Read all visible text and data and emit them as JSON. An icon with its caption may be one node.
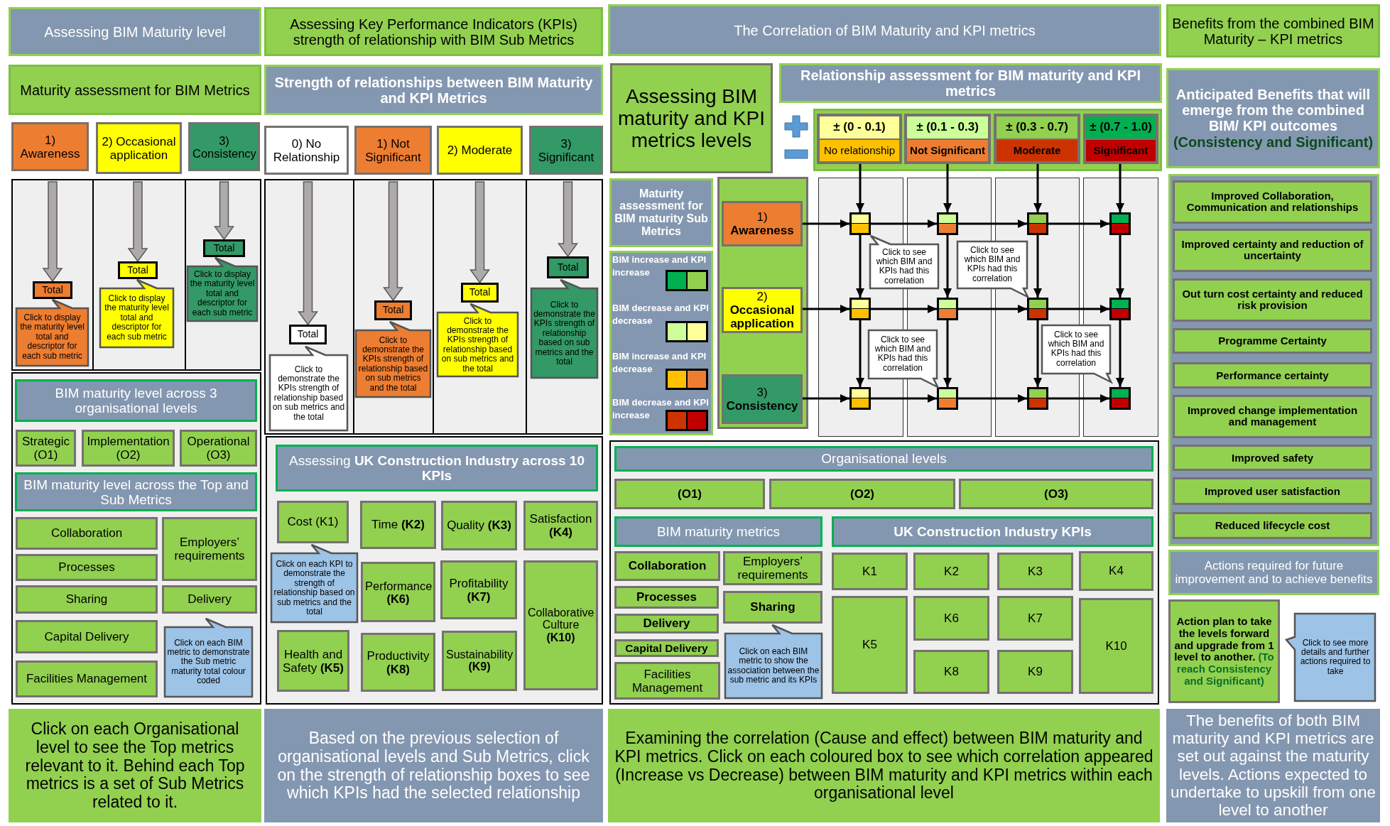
{
  "diagram": {
    "nodes": [
      {
        "text": [
          "Assessing BIM Maturity level"
        ]
      },
      {
        "text": [
          "Maturity assessment for BIM Metrics"
        ]
      },
      {
        "text": [
          "1) Awareness"
        ]
      },
      {
        "text": [
          "2) Occasional application"
        ]
      },
      {
        "text": [
          "3) Consistency"
        ]
      },
      {
        "text": [
          "Total"
        ]
      },
      {
        "text": [
          "Click to display the maturity level total and descriptor for each sub metric"
        ]
      },
      {
        "text": [
          "Total"
        ]
      },
      {
        "text": [
          "Click to display the maturity level total and descriptor for each sub metric"
        ]
      },
      {
        "text": [
          "Total"
        ]
      },
      {
        "text": [
          "Click to display the maturity level total and descriptor for each sub metric"
        ]
      },
      {
        "text": [
          "BIM maturity level across 3 organisational levels"
        ]
      },
      {
        "text": [
          "Strategic (O1)"
        ]
      },
      {
        "text": [
          "Implementation (O2)"
        ]
      },
      {
        "text": [
          "Operational (O3)"
        ]
      },
      {
        "text": [
          "BIM maturity level across the Top and Sub Metrics"
        ]
      },
      {
        "text": [
          "Collaboration"
        ]
      },
      {
        "text": [
          "Employers’ requirements"
        ]
      },
      {
        "text": [
          "Processes"
        ]
      },
      {
        "text": [
          "Sharing"
        ]
      },
      {
        "text": [
          "Delivery"
        ]
      },
      {
        "text": [
          "Capital Delivery"
        ]
      },
      {
        "text": [
          "Facilities Management"
        ]
      },
      {
        "text": [
          "Click on each BIM metric to demonstrate the Sub metric maturity total colour coded"
        ]
      },
      {
        "text": [
          "Click on each Organisational level to see the Top metrics relevant to it. Behind each Top metrics is a set of Sub Metrics related to it."
        ]
      },
      {
        "text": [
          "Assessing Key Performance Indicators (KPIs) strength of relationship with BIM Sub Metrics"
        ]
      },
      {
        "text": [
          "Strength of relationships between BIM Maturity and KPI Metrics"
        ]
      },
      {
        "text": [
          "0) No Relationship"
        ]
      },
      {
        "text": [
          "1) Not Significant"
        ]
      },
      {
        "text": [
          "2) Moderate"
        ]
      },
      {
        "text": [
          "3) Significant"
        ]
      },
      {
        "text": [
          "Total"
        ]
      },
      {
        "text": [
          "Click to demonstrate the KPIs strength of relationship based on sub metrics and the total"
        ]
      },
      {
        "text": [
          "Total"
        ]
      },
      {
        "text": [
          "Click to demonstrate the KPIs strength of relationship based on sub metrics and the total"
        ]
      },
      {
        "text": [
          "Total"
        ]
      },
      {
        "text": [
          "Click to demonstrate the KPIs strength of relationship based on sub metrics and the total"
        ]
      },
      {
        "text": [
          "Total"
        ]
      },
      {
        "text": [
          "Click to demonstrate the KPIs strength of relationship based on sub metrics and the total"
        ]
      },
      {
        "text": [
          "Assessing **UK Construction Industry across 10 KPIs**"
        ]
      },
      {
        "text": [
          "Cost (K1)"
        ]
      },
      {
        "text": [
          "Time **(K2)**"
        ]
      },
      {
        "text": [
          "Quality **(K3)**"
        ]
      },
      {
        "text": [
          "Satisfaction **(K4)**"
        ]
      },
      {
        "text": [
          "Click on each KPI to demonstrate the strength of relationship based on sub metrics and the total"
        ]
      },
      {
        "text": [
          "Performance **(K6)**"
        ]
      },
      {
        "text": [
          "Profitability **(K7)**"
        ]
      },
      {
        "text": [
          "Collaborative Culture **(K10)**"
        ]
      },
      {
        "text": [
          "Health and Safety **(K5)**"
        ]
      },
      {
        "text": [
          "Productivity **(K8)**"
        ]
      },
      {
        "text": [
          "Sustainability **(K9)**"
        ]
      },
      {
        "text": [
          "Based on the previous selection of organisational levels and Sub Metrics, click on the strength of relationship boxes to see which KPIs had the selected relationship"
        ]
      },
      {
        "text": [
          "The Correlation of BIM Maturity and KPI metrics"
        ]
      },
      {
        "text": [
          "Assessing BIM maturity and KPI metrics levels"
        ]
      },
      {
        "text": [
          "Relationship assessment for BIM maturity and KPI metrics"
        ]
      },
      {
        "text": [
          "± (0 - 0.1)",
          "No relationship"
        ]
      },
      {
        "text": [
          "± (0.1 - 0.3)",
          "Not Significant"
        ]
      },
      {
        "text": [
          "± (0.3 - 0.7)",
          "Moderate"
        ]
      },
      {
        "text": [
          "± (0.7 - 1.0)",
          "Significant"
        ]
      },
      {
        "text": [
          "Maturity assessment for BIM maturity Sub Metrics"
        ]
      },
      {
        "text": [
          "1) **Awareness**"
        ]
      },
      {
        "text": [
          "2) **Occasional application**"
        ]
      },
      {
        "text": [
          "3) **Consistency**"
        ]
      },
      {
        "text": [],
        "shape": "box"
      },
      {
        "text": [],
        "shape": "box"
      },
      {
        "text": [],
        "shape": "box"
      },
      {
        "text": [],
        "shape": "box"
      },
      {
        "text": [],
        "shape": "box"
      },
      {
        "text": [],
        "shape": "box"
      },
      {
        "text": [],
        "shape": "box"
      },
      {
        "text": [],
        "shape": "box"
      },
      {
        "text": [],
        "shape": "box"
      },
      {
        "text": [],
        "shape": "box"
      },
      {
        "text": [],
        "shape": "box"
      },
      {
        "text": [],
        "shape": "box"
      },
      {
        "text": [
          "Click to see which BIM and KPIs had this correlation"
        ]
      },
      {
        "text": [
          "Click to see which BIM and KPIs had this correlation"
        ]
      },
      {
        "text": [
          "Click to see which BIM and KPIs had this correlation"
        ]
      },
      {
        "text": [
          "Click to see which BIM and KPIs had this correlation"
        ]
      },
      {
        "text": [
          "Organisational levels"
        ]
      },
      {
        "text": [
          "(O1)"
        ]
      },
      {
        "text": [
          "(O2)"
        ]
      },
      {
        "text": [
          "(O3)"
        ]
      },
      {
        "text": [
          "BIM maturity metrics"
        ]
      },
      {
        "text": [
          "UK Construction Industry KPIs"
        ]
      },
      {
        "text": [
          "Collaboration"
        ]
      },
      {
        "text": [
          "Employers’ requirements"
        ]
      },
      {
        "text": [
          "Processes"
        ]
      },
      {
        "text": [
          "Sharing"
        ]
      },
      {
        "text": [
          "Delivery"
        ]
      },
      {
        "text": [
          "Capital Delivery"
        ]
      },
      {
        "text": [
          "Facilities Management"
        ]
      },
      {
        "text": [
          "Click on each BIM metric to show the association between the sub metric and its KPIs"
        ]
      },
      {
        "text": [
          "K1"
        ]
      },
      {
        "text": [
          "K2"
        ]
      },
      {
        "text": [
          "K3"
        ]
      },
      {
        "text": [
          "K4"
        ]
      },
      {
        "text": [
          "K5"
        ]
      },
      {
        "text": [
          "K6"
        ]
      },
      {
        "text": [
          "K7"
        ]
      },
      {
        "text": [
          "K10"
        ]
      },
      {
        "text": [
          "K8"
        ]
      },
      {
        "text": [
          "K9"
        ]
      },
      {
        "text": [
          "Examining the correlation (Cause and effect) between BIM maturity and KPI metrics. Click on each coloured box to see which correlation appeared (Increase vs Decrease) between BIM maturity and KPI metrics within each organisational level"
        ]
      },
      {
        "text": [
          "Benefits from the combined BIM Maturity – KPI metrics"
        ]
      },
      {
        "text": [
          "Anticipated Benefits that will emerge from the combined BIM/ KPI outcomes",
          "(Consistency and Significant)"
        ]
      },
      {
        "text": [
          "Improved Collaboration, Communication and relationships"
        ]
      },
      {
        "text": [
          "Improved certainty and reduction of uncertainty"
        ]
      },
      {
        "text": [
          "Out turn cost certainty and reduced risk provision"
        ]
      },
      {
        "text": [
          "Programme Certainty"
        ]
      },
      {
        "text": [
          "Performance certainty"
        ]
      },
      {
        "text": [
          "Improved change implementation and management"
        ]
      },
      {
        "text": [
          "Improved safety"
        ]
      },
      {
        "text": [
          "Improved user satisfaction"
        ]
      },
      {
        "text": [
          "Reduced lifecycle cost"
        ]
      },
      {
        "text": [
          "Actions required for future improvement and to achieve benefits"
        ]
      },
      {
        "text": [
          "Action plan to take the levels forward and upgrade from 1 level to another.",
          "(To reach Consistency and Significant)"
        ]
      },
      {
        "text": [
          "Click to see more details and further actions required to take"
        ]
      },
      {
        "text": [
          "The benefits of both BIM maturity and KPI metrics are set out against the maturity levels. Actions expected to undertake to upskill from one level to another"
        ]
      }
    ],
    "edges": [
      {
        "from": null,
        "to": 5,
        "arrow": "to",
        "style": "thick",
        "color": "#aeaaaa"
      },
      {
        "from": null,
        "to": 7,
        "arrow": "to",
        "style": "thick",
        "color": "#aeaaaa"
      },
      {
        "from": null,
        "to": 9,
        "arrow": "to",
        "style": "thick",
        "color": "#aeaaaa"
      },
      {
        "from": null,
        "to": 31,
        "arrow": "to",
        "style": "thick",
        "color": "#aeaaaa"
      },
      {
        "from": null,
        "to": 33,
        "arrow": "to",
        "style": "thick",
        "color": "#aeaaaa"
      },
      {
        "from": null,
        "to": 35,
        "arrow": "to",
        "style": "thick",
        "color": "#aeaaaa"
      },
      {
        "from": null,
        "to": 37,
        "arrow": "to",
        "style": "thick",
        "color": "#aeaaaa"
      },
      {
        "from": 55,
        "to": 63,
        "arrow": "to"
      },
      {
        "from": 56,
        "to": 64,
        "arrow": "to"
      },
      {
        "from": 57,
        "to": 65,
        "arrow": "to"
      },
      {
        "from": 58,
        "to": 66,
        "arrow": "to"
      },
      {
        "from": 60,
        "to": 63,
        "arrow": "to"
      },
      {
        "from": 63,
        "to": 64,
        "arrow": "to"
      },
      {
        "from": 64,
        "to": 65,
        "arrow": "to"
      },
      {
        "from": 65,
        "to": 66,
        "arrow": "to"
      },
      {
        "from": 61,
        "to": 67,
        "arrow": "to"
      },
      {
        "from": 67,
        "to": 68,
        "arrow": "to"
      },
      {
        "from": 68,
        "to": 69,
        "arrow": "to"
      },
      {
        "from": 69,
        "to": 70,
        "arrow": "to"
      },
      {
        "from": 62,
        "to": 71,
        "arrow": "to"
      },
      {
        "from": 71,
        "to": 72,
        "arrow": "to"
      },
      {
        "from": 72,
        "to": 73,
        "arrow": "to"
      },
      {
        "from": 73,
        "to": 74,
        "arrow": "to"
      },
      {
        "from": 63,
        "to": 67,
        "arrow": "to"
      },
      {
        "from": 67,
        "to": 71,
        "arrow": "to"
      },
      {
        "from": 64,
        "to": 68,
        "arrow": "to"
      },
      {
        "from": 68,
        "to": 72,
        "arrow": "to"
      },
      {
        "from": 65,
        "to": 69,
        "arrow": "to"
      },
      {
        "from": 69,
        "to": 73,
        "arrow": "to"
      },
      {
        "from": 66,
        "to": 70,
        "arrow": "to"
      },
      {
        "from": 70,
        "to": 74,
        "arrow": "to"
      }
    ],
    "legend": [
      {
        "text": "BIM increase and KPI increase"
      },
      {
        "text": "BIM decrease and KPI decrease"
      },
      {
        "text": "BIM increase and KPI decrease"
      },
      {
        "text": "BIM decrease and KPI increase"
      }
    ]
  }
}
